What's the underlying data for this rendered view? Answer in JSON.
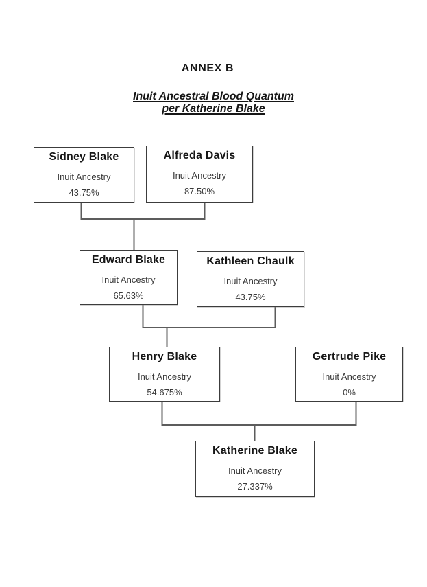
{
  "header": {
    "title": "ANNEX B",
    "subtitle_line1": "Inuit Ancestral Blood Quantum",
    "subtitle_line2": "per Katherine Blake"
  },
  "tree": {
    "nodes": [
      {
        "name": "Sidney Blake",
        "label": "Inuit Ancestry",
        "value": "43.75%"
      },
      {
        "name": "Alfreda Davis",
        "label": "Inuit Ancestry",
        "value": "87.50%"
      },
      {
        "name": "Edward Blake",
        "label": "Inuit Ancestry",
        "value": "65.63%"
      },
      {
        "name": "Kathleen Chaulk",
        "label": "Inuit Ancestry",
        "value": "43.75%"
      },
      {
        "name": "Henry Blake",
        "label": "Inuit Ancestry",
        "value": "54.675%"
      },
      {
        "name": "Gertrude Pike",
        "label": "Inuit Ancestry",
        "value": "0%"
      },
      {
        "name": "Katherine Blake",
        "label": "Inuit Ancestry",
        "value": "27.337%"
      }
    ]
  },
  "colors": {
    "connector": "#5c5c5c",
    "box_border": "#3c3c3c",
    "name_text": "#161616",
    "secondary_text": "#3a3a3a",
    "page_background": "#ffffff"
  }
}
